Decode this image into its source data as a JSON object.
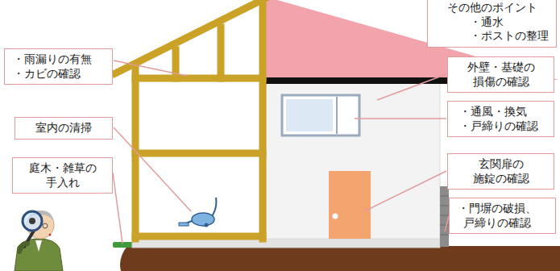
{
  "diagram": {
    "nodes": [
      {
        "text": [
          "その他のポイント",
          "・通水",
          "・ポストの整理"
        ]
      },
      {
        "text": [
          "・雨漏りの有無",
          "・カビの確認"
        ]
      },
      {
        "text": [
          "外壁・基礎の 損傷の確認"
        ]
      },
      {
        "text": [
          "・通風・換気",
          "・戸締りの確認"
        ]
      },
      {
        "text": [
          "室内の清掃"
        ]
      },
      {
        "text": [
          "玄関扉の 施錠の確認"
        ]
      },
      {
        "text": [
          "庭木・雑草の 手入れ"
        ]
      },
      {
        "text": [
          "・門塀の破損、 戸締りの確認"
        ]
      }
    ]
  }
}
